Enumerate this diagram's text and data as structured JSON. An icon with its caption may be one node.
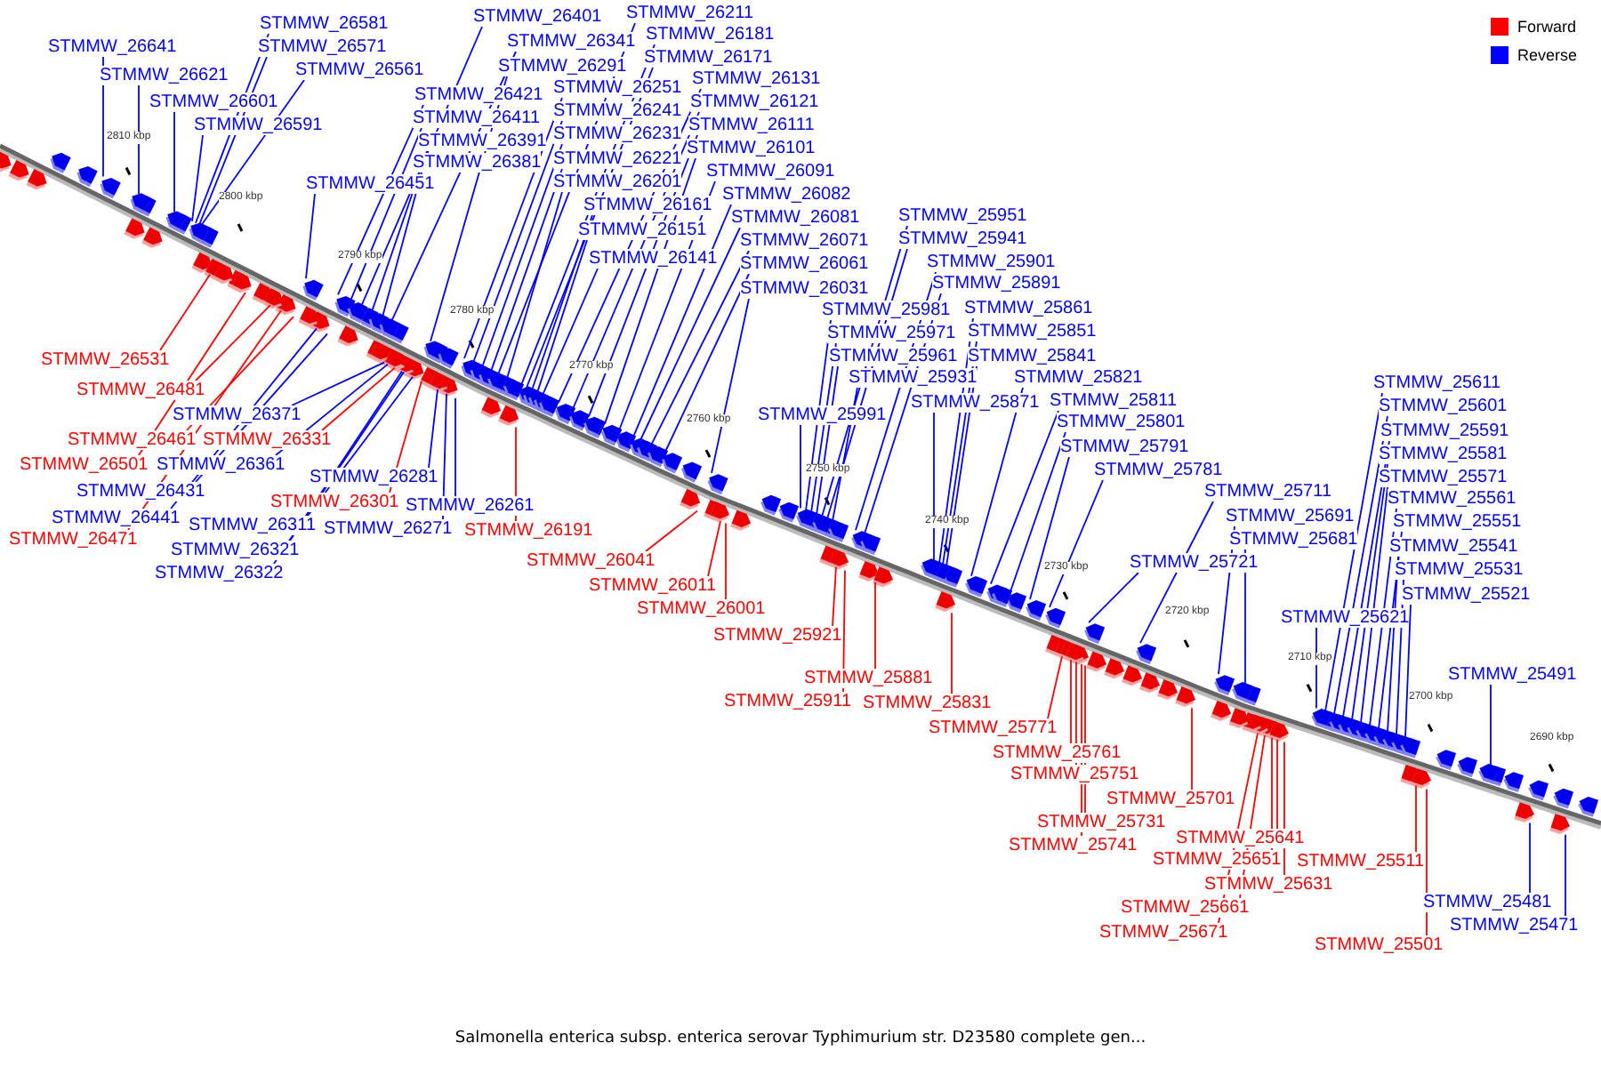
{
  "diagram": {
    "caption": "Salmonella enterica subsp. enterica serovar Typhimurium str. D23580 complete gen...",
    "nodes": [
      {
        "text": [
          "STMMW_26581"
        ]
      },
      {
        "text": [
          "STMMW_26641"
        ]
      },
      {
        "text": [
          "STMMW_26571"
        ]
      },
      {
        "text": [
          "STMMW_26561"
        ]
      },
      {
        "text": [
          "STMMW_26621"
        ]
      },
      {
        "text": [
          "STMMW_26601"
        ]
      },
      {
        "text": [
          "STMMW_26591"
        ]
      },
      {
        "text": [
          "STMMW_26451"
        ]
      },
      {
        "text": [
          "STMMW_26401"
        ]
      },
      {
        "text": [
          "STMMW_26341"
        ]
      },
      {
        "text": [
          "STMMW_26291"
        ]
      },
      {
        "text": [
          "STMMW_26421"
        ]
      },
      {
        "text": [
          "STMMW_26411"
        ]
      },
      {
        "text": [
          "STMMW_26391"
        ]
      },
      {
        "text": [
          "STMMW_26381"
        ]
      },
      {
        "text": [
          "STMMW_26211"
        ]
      },
      {
        "text": [
          "STMMW_26181"
        ]
      },
      {
        "text": [
          "STMMW_26171"
        ]
      },
      {
        "text": [
          "STMMW_26251"
        ]
      },
      {
        "text": [
          "STMMW_26241"
        ]
      },
      {
        "text": [
          "STMMW_26231"
        ]
      },
      {
        "text": [
          "STMMW_26221"
        ]
      },
      {
        "text": [
          "STMMW_26201"
        ]
      },
      {
        "text": [
          "STMMW_26161"
        ]
      },
      {
        "text": [
          "STMMW_26151"
        ]
      },
      {
        "text": [
          "STMMW_26141"
        ]
      },
      {
        "text": [
          "STMMW_26131"
        ]
      },
      {
        "text": [
          "STMMW_26121"
        ]
      },
      {
        "text": [
          "STMMW_26111"
        ]
      },
      {
        "text": [
          "STMMW_26101"
        ]
      },
      {
        "text": [
          "STMMW_26091"
        ]
      },
      {
        "text": [
          "STMMW_26082"
        ]
      },
      {
        "text": [
          "STMMW_26081"
        ]
      },
      {
        "text": [
          "STMMW_26071"
        ]
      },
      {
        "text": [
          "STMMW_26061"
        ]
      },
      {
        "text": [
          "STMMW_26031"
        ]
      },
      {
        "text": [
          "STMMW_25951"
        ]
      },
      {
        "text": [
          "STMMW_25941"
        ]
      },
      {
        "text": [
          "STMMW_25901"
        ]
      },
      {
        "text": [
          "STMMW_25891"
        ]
      },
      {
        "text": [
          "STMMW_25981"
        ]
      },
      {
        "text": [
          "STMMW_25861"
        ]
      },
      {
        "text": [
          "STMMW_25971"
        ]
      },
      {
        "text": [
          "STMMW_25851"
        ]
      },
      {
        "text": [
          "STMMW_25961"
        ]
      },
      {
        "text": [
          "STMMW_25841"
        ]
      },
      {
        "text": [
          "STMMW_25931"
        ]
      },
      {
        "text": [
          "STMMW_25821"
        ]
      },
      {
        "text": [
          "STMMW_25871"
        ]
      },
      {
        "text": [
          "STMMW_25811"
        ]
      },
      {
        "text": [
          "STMMW_25991"
        ]
      },
      {
        "text": [
          "STMMW_25801"
        ]
      },
      {
        "text": [
          "STMMW_25791"
        ]
      },
      {
        "text": [
          "STMMW_25781"
        ]
      },
      {
        "text": [
          "STMMW_25711"
        ]
      },
      {
        "text": [
          "STMMW_25691"
        ]
      },
      {
        "text": [
          "STMMW_25681"
        ]
      },
      {
        "text": [
          "STMMW_25721"
        ]
      },
      {
        "text": [
          "STMMW_25611"
        ]
      },
      {
        "text": [
          "STMMW_25601"
        ]
      },
      {
        "text": [
          "STMMW_25591"
        ]
      },
      {
        "text": [
          "STMMW_25581"
        ]
      },
      {
        "text": [
          "STMMW_25571"
        ]
      },
      {
        "text": [
          "STMMW_25561"
        ]
      },
      {
        "text": [
          "STMMW_25551"
        ]
      },
      {
        "text": [
          "STMMW_25541"
        ]
      },
      {
        "text": [
          "STMMW_25531"
        ]
      },
      {
        "text": [
          "STMMW_25521"
        ]
      },
      {
        "text": [
          "STMMW_25621"
        ]
      },
      {
        "text": [
          "STMMW_25491"
        ]
      },
      {
        "text": [
          "STMMW_26531"
        ]
      },
      {
        "text": [
          "STMMW_26481"
        ]
      },
      {
        "text": [
          "STMMW_26371"
        ]
      },
      {
        "text": [
          "STMMW_26461"
        ]
      },
      {
        "text": [
          "STMMW_26331"
        ]
      },
      {
        "text": [
          "STMMW_26501"
        ]
      },
      {
        "text": [
          "STMMW_26361"
        ]
      },
      {
        "text": [
          "STMMW_26281"
        ]
      },
      {
        "text": [
          "STMMW_26431"
        ]
      },
      {
        "text": [
          "STMMW_26301"
        ]
      },
      {
        "text": [
          "STMMW_26261"
        ]
      },
      {
        "text": [
          "STMMW_26441"
        ]
      },
      {
        "text": [
          "STMMW_26311"
        ]
      },
      {
        "text": [
          "STMMW_26271"
        ]
      },
      {
        "text": [
          "STMMW_26191"
        ]
      },
      {
        "text": [
          "STMMW_26471"
        ]
      },
      {
        "text": [
          "STMMW_26321"
        ]
      },
      {
        "text": [
          "STMMW_26041"
        ]
      },
      {
        "text": [
          "STMMW_26322"
        ]
      },
      {
        "text": [
          "STMMW_26011"
        ]
      },
      {
        "text": [
          "STMMW_26001"
        ]
      },
      {
        "text": [
          "STMMW_25921"
        ]
      },
      {
        "text": [
          "STMMW_25881"
        ]
      },
      {
        "text": [
          "STMMW_25911"
        ]
      },
      {
        "text": [
          "STMMW_25831"
        ]
      },
      {
        "text": [
          "STMMW_25771"
        ]
      },
      {
        "text": [
          "STMMW_25761"
        ]
      },
      {
        "text": [
          "STMMW_25751"
        ]
      },
      {
        "text": [
          "STMMW_25701"
        ]
      },
      {
        "text": [
          "STMMW_25731"
        ]
      },
      {
        "text": [
          "STMMW_25641"
        ]
      },
      {
        "text": [
          "STMMW_25741"
        ]
      },
      {
        "text": [
          "STMMW_25651"
        ]
      },
      {
        "text": [
          "STMMW_25511"
        ]
      },
      {
        "text": [
          "STMMW_25631"
        ]
      },
      {
        "text": [
          "STMMW_25481"
        ]
      },
      {
        "text": [
          "STMMW_25661"
        ]
      },
      {
        "text": [
          "STMMW_25471"
        ]
      },
      {
        "text": [
          "STMMW_25671"
        ]
      },
      {
        "text": [
          "STMMW_25501"
        ]
      },
      {
        "text": [],
        "shape": "arrow"
      },
      {
        "text": [],
        "shape": "arrow"
      },
      {
        "text": [],
        "shape": "arrow"
      },
      {
        "text": [],
        "shape": "arrow"
      },
      {
        "text": [],
        "shape": "arrow"
      },
      {
        "text": [],
        "shape": "arrow"
      },
      {
        "text": [],
        "shape": "arrow"
      },
      {
        "text": [],
        "shape": "arrow"
      },
      {
        "text": [],
        "shape": "arrow"
      },
      {
        "text": [],
        "shape": "arrow"
      },
      {
        "text": [],
        "shape": "arrow"
      },
      {
        "text": [],
        "shape": "arrow"
      },
      {
        "text": [],
        "shape": "arrow"
      },
      {
        "text": [],
        "shape": "arrow"
      },
      {
        "text": [],
        "shape": "arrow"
      },
      {
        "text": [],
        "shape": "arrow"
      },
      {
        "text": [],
        "shape": "arrow"
      },
      {
        "text": [],
        "shape": "arrow"
      },
      {
        "text": [],
        "shape": "arrow"
      },
      {
        "text": [],
        "shape": "arrow"
      },
      {
        "text": [],
        "shape": "arrow"
      },
      {
        "text": [],
        "shape": "arrow"
      },
      {
        "text": [],
        "shape": "arrow"
      },
      {
        "text": [],
        "shape": "arrow"
      },
      {
        "text": [],
        "shape": "arrow"
      },
      {
        "text": [],
        "shape": "arrow"
      },
      {
        "text": [],
        "shape": "arrow"
      },
      {
        "text": [],
        "shape": "arrow"
      },
      {
        "text": [],
        "shape": "arrow"
      },
      {
        "text": [],
        "shape": "arrow"
      },
      {
        "text": [],
        "shape": "arrow"
      },
      {
        "text": [],
        "shape": "arrow"
      },
      {
        "text": [],
        "shape": "arrow"
      },
      {
        "text": [],
        "shape": "arrow"
      },
      {
        "text": [],
        "shape": "arrow"
      },
      {
        "text": [],
        "shape": "arrow"
      },
      {
        "text": [],
        "shape": "arrow"
      },
      {
        "text": [],
        "shape": "arrow"
      },
      {
        "text": [],
        "shape": "arrow"
      },
      {
        "text": [],
        "shape": "arrow"
      },
      {
        "text": [],
        "shape": "arrow"
      },
      {
        "text": [],
        "shape": "arrow"
      },
      {
        "text": [],
        "shape": "arrow"
      },
      {
        "text": [],
        "shape": "arrow"
      },
      {
        "text": [],
        "shape": "arrow"
      },
      {
        "text": [],
        "shape": "arrow"
      },
      {
        "text": [],
        "shape": "arrow"
      },
      {
        "text": [],
        "shape": "arrow"
      },
      {
        "text": [],
        "shape": "arrow"
      },
      {
        "text": [],
        "shape": "arrow"
      },
      {
        "text": [],
        "shape": "arrow"
      },
      {
        "text": [],
        "shape": "arrow"
      },
      {
        "text": [],
        "shape": "arrow"
      },
      {
        "text": [],
        "shape": "arrow"
      },
      {
        "text": [],
        "shape": "arrow"
      },
      {
        "text": [],
        "shape": "arrow"
      },
      {
        "text": [],
        "shape": "arrow"
      },
      {
        "text": [],
        "shape": "arrow"
      },
      {
        "text": [],
        "shape": "arrow"
      },
      {
        "text": [],
        "shape": "arrow"
      },
      {
        "text": [],
        "shape": "arrow"
      },
      {
        "text": [],
        "shape": "arrow"
      },
      {
        "text": [],
        "shape": "arrow"
      },
      {
        "text": [],
        "shape": "arrow"
      },
      {
        "text": [],
        "shape": "arrow"
      },
      {
        "text": [],
        "shape": "arrow"
      },
      {
        "text": [],
        "shape": "arrow"
      },
      {
        "text": [],
        "shape": "arrow"
      },
      {
        "text": [],
        "shape": "arrow"
      },
      {
        "text": [],
        "shape": "arrow"
      },
      {
        "text": [],
        "shape": "arrow"
      },
      {
        "text": [],
        "shape": "arrow"
      },
      {
        "text": [],
        "shape": "arrow"
      },
      {
        "text": [],
        "shape": "arrow"
      },
      {
        "text": [],
        "shape": "arrow"
      },
      {
        "text": [],
        "shape": "arrow"
      },
      {
        "text": [],
        "shape": "arrow"
      },
      {
        "text": [],
        "shape": "arrow"
      },
      {
        "text": [],
        "shape": "arrow"
      },
      {
        "text": [],
        "shape": "arrow"
      },
      {
        "text": [],
        "shape": "arrow"
      },
      {
        "text": [],
        "shape": "arrow"
      },
      {
        "text": [],
        "shape": "arrow"
      },
      {
        "text": [],
        "shape": "arrow"
      },
      {
        "text": [],
        "shape": "arrow"
      },
      {
        "text": [],
        "shape": "arrow"
      },
      {
        "text": [],
        "shape": "arrow"
      },
      {
        "text": [],
        "shape": "arrow"
      },
      {
        "text": [],
        "shape": "arrow"
      },
      {
        "text": [],
        "shape": "arrow"
      },
      {
        "text": [],
        "shape": "arrow"
      },
      {
        "text": [],
        "shape": "arrow"
      },
      {
        "text": [],
        "shape": "arrow"
      },
      {
        "text": [],
        "shape": "arrow"
      },
      {
        "text": [],
        "shape": "arrow"
      },
      {
        "text": [],
        "shape": "arrow"
      },
      {
        "text": [],
        "shape": "arrow"
      },
      {
        "text": [],
        "shape": "arrow"
      },
      {
        "text": [],
        "shape": "arrow"
      },
      {
        "text": [],
        "shape": "arrow"
      },
      {
        "text": [],
        "shape": "arrow"
      },
      {
        "text": [],
        "shape": "arrow"
      },
      {
        "text": [],
        "shape": "arrow"
      },
      {
        "text": [],
        "shape": "arrow"
      },
      {
        "text": [],
        "shape": "arrow"
      },
      {
        "text": [],
        "shape": "arrow"
      },
      {
        "text": [],
        "shape": "arrow"
      },
      {
        "text": [],
        "shape": "arrow"
      },
      {
        "text": [],
        "shape": "arrow"
      },
      {
        "text": [],
        "shape": "arrow"
      },
      {
        "text": [],
        "shape": "arrow"
      },
      {
        "text": [],
        "shape": "arrow"
      },
      {
        "text": [],
        "shape": "arrow"
      },
      {
        "text": [],
        "shape": "arrow"
      },
      {
        "text": [],
        "shape": "arrow"
      },
      {
        "text": [],
        "shape": "arrow"
      },
      {
        "text": [],
        "shape": "arrow"
      },
      {
        "text": [],
        "shape": "arrow"
      },
      {
        "text": [],
        "shape": "arrow"
      },
      {
        "text": [],
        "shape": "arrow"
      },
      {
        "text": [],
        "shape": "arrow"
      },
      {
        "text": [],
        "shape": "arrow"
      },
      {
        "text": [],
        "shape": "arrow"
      },
      {
        "text": [],
        "shape": "arrow"
      },
      {
        "text": [],
        "shape": "arrow"
      },
      {
        "text": [],
        "shape": "arrow"
      },
      {
        "text": [],
        "shape": "arrow"
      },
      {
        "text": [],
        "shape": "arrow"
      },
      {
        "text": [],
        "shape": "arrow"
      },
      {
        "text": [],
        "shape": "arrow"
      },
      {
        "text": [],
        "shape": "arrow"
      },
      {
        "text": [],
        "shape": "arrow"
      },
      {
        "text": [],
        "shape": "arrow"
      },
      {
        "text": [],
        "shape": "arrow"
      },
      {
        "text": [],
        "shape": "arrow"
      },
      {
        "text": [],
        "shape": "arrow"
      },
      {
        "text": [],
        "shape": "arrow"
      },
      {
        "text": [],
        "shape": "arrow"
      },
      {
        "text": [],
        "shape": "arrow"
      },
      {
        "text": [],
        "shape": "arrow"
      },
      {
        "text": [],
        "shape": "arrow"
      },
      {
        "text": [],
        "shape": "arrow"
      },
      {
        "text": [],
        "shape": "arrow"
      },
      {
        "text": [],
        "shape": "arrow"
      },
      {
        "text": [],
        "shape": "arrow"
      },
      {
        "text": [],
        "shape": "arrow"
      },
      {
        "text": [],
        "shape": "arrow"
      },
      {
        "text": [],
        "shape": "arrow"
      },
      {
        "text": [],
        "shape": "arrow"
      },
      {
        "text": [],
        "shape": "arrow"
      },
      {
        "text": [],
        "shape": "arrow"
      }
    ],
    "edges": [
      {
        "from": 0,
        "to": 110,
        "arrow": "none"
      },
      {
        "from": 1,
        "to": 111,
        "arrow": "none"
      },
      {
        "from": 2,
        "to": 112,
        "arrow": "none"
      },
      {
        "from": 3,
        "to": 113,
        "arrow": "none"
      },
      {
        "from": 4,
        "to": 114,
        "arrow": "none"
      },
      {
        "from": 5,
        "to": 115,
        "arrow": "none"
      },
      {
        "from": 6,
        "to": 116,
        "arrow": "none"
      },
      {
        "from": 7,
        "to": 117,
        "arrow": "none"
      },
      {
        "from": 8,
        "to": 118,
        "arrow": "none"
      },
      {
        "from": 9,
        "to": 119,
        "arrow": "none"
      },
      {
        "from": 10,
        "to": 120,
        "arrow": "none"
      },
      {
        "from": 11,
        "to": 121,
        "arrow": "none"
      },
      {
        "from": 12,
        "to": 122,
        "arrow": "none"
      },
      {
        "from": 13,
        "to": 123,
        "arrow": "none"
      },
      {
        "from": 14,
        "to": 124,
        "arrow": "none"
      },
      {
        "from": 15,
        "to": 125,
        "arrow": "none"
      },
      {
        "from": 16,
        "to": 126,
        "arrow": "none"
      },
      {
        "from": 17,
        "to": 127,
        "arrow": "none"
      },
      {
        "from": 18,
        "to": 128,
        "arrow": "none"
      },
      {
        "from": 19,
        "to": 129,
        "arrow": "none"
      },
      {
        "from": 20,
        "to": 130,
        "arrow": "none"
      },
      {
        "from": 21,
        "to": 131,
        "arrow": "none"
      },
      {
        "from": 22,
        "to": 132,
        "arrow": "none"
      },
      {
        "from": 23,
        "to": 133,
        "arrow": "none"
      },
      {
        "from": 24,
        "to": 134,
        "arrow": "none"
      },
      {
        "from": 25,
        "to": 135,
        "arrow": "none"
      },
      {
        "from": 26,
        "to": 136,
        "arrow": "none"
      },
      {
        "from": 27,
        "to": 137,
        "arrow": "none"
      },
      {
        "from": 28,
        "to": 138,
        "arrow": "none"
      },
      {
        "from": 29,
        "to": 139,
        "arrow": "none"
      },
      {
        "from": 30,
        "to": 140,
        "arrow": "none"
      },
      {
        "from": 31,
        "to": 141,
        "arrow": "none"
      },
      {
        "from": 32,
        "to": 142,
        "arrow": "none"
      },
      {
        "from": 33,
        "to": 143,
        "arrow": "none"
      },
      {
        "from": 34,
        "to": 144,
        "arrow": "none"
      },
      {
        "from": 35,
        "to": 145,
        "arrow": "none"
      },
      {
        "from": 36,
        "to": 146,
        "arrow": "none"
      },
      {
        "from": 37,
        "to": 147,
        "arrow": "none"
      },
      {
        "from": 38,
        "to": 148,
        "arrow": "none"
      },
      {
        "from": 39,
        "to": 149,
        "arrow": "none"
      },
      {
        "from": 40,
        "to": 150,
        "arrow": "none"
      },
      {
        "from": 41,
        "to": 151,
        "arrow": "none"
      },
      {
        "from": 42,
        "to": 152,
        "arrow": "none"
      },
      {
        "from": 43,
        "to": 153,
        "arrow": "none"
      },
      {
        "from": 44,
        "to": 154,
        "arrow": "none"
      },
      {
        "from": 45,
        "to": 155,
        "arrow": "none"
      },
      {
        "from": 46,
        "to": 156,
        "arrow": "none"
      },
      {
        "from": 47,
        "to": 157,
        "arrow": "none"
      },
      {
        "from": 48,
        "to": 158,
        "arrow": "none"
      },
      {
        "from": 49,
        "to": 159,
        "arrow": "none"
      },
      {
        "from": 50,
        "to": 160,
        "arrow": "none"
      },
      {
        "from": 51,
        "to": 161,
        "arrow": "none"
      },
      {
        "from": 52,
        "to": 162,
        "arrow": "none"
      },
      {
        "from": 53,
        "to": 163,
        "arrow": "none"
      },
      {
        "from": 54,
        "to": 164,
        "arrow": "none"
      },
      {
        "from": 55,
        "to": 165,
        "arrow": "none"
      },
      {
        "from": 56,
        "to": 166,
        "arrow": "none"
      },
      {
        "from": 57,
        "to": 167,
        "arrow": "none"
      },
      {
        "from": 58,
        "to": 168,
        "arrow": "none"
      },
      {
        "from": 59,
        "to": 169,
        "arrow": "none"
      },
      {
        "from": 60,
        "to": 170,
        "arrow": "none"
      },
      {
        "from": 61,
        "to": 171,
        "arrow": "none"
      },
      {
        "from": 62,
        "to": 172,
        "arrow": "none"
      },
      {
        "from": 63,
        "to": 173,
        "arrow": "none"
      },
      {
        "from": 64,
        "to": 174,
        "arrow": "none"
      },
      {
        "from": 65,
        "to": 175,
        "arrow": "none"
      },
      {
        "from": 66,
        "to": 176,
        "arrow": "none"
      },
      {
        "from": 67,
        "to": 177,
        "arrow": "none"
      },
      {
        "from": 68,
        "to": 178,
        "arrow": "none"
      },
      {
        "from": 69,
        "to": 179,
        "arrow": "none"
      },
      {
        "from": 70,
        "to": 180,
        "arrow": "none",
        "color": "#ff0000"
      },
      {
        "from": 71,
        "to": 181,
        "arrow": "none",
        "color": "#ff0000"
      },
      {
        "from": 72,
        "to": 182,
        "arrow": "none"
      },
      {
        "from": 73,
        "to": 183,
        "arrow": "none",
        "color": "#ff0000"
      },
      {
        "from": 74,
        "to": 184,
        "arrow": "none",
        "color": "#ff0000"
      },
      {
        "from": 75,
        "to": 185,
        "arrow": "none",
        "color": "#ff0000"
      },
      {
        "from": 76,
        "to": 186,
        "arrow": "none"
      },
      {
        "from": 77,
        "to": 187,
        "arrow": "none"
      },
      {
        "from": 78,
        "to": 188,
        "arrow": "none"
      },
      {
        "from": 79,
        "to": 189,
        "arrow": "none",
        "color": "#ff0000"
      },
      {
        "from": 80,
        "to": 190,
        "arrow": "none"
      },
      {
        "from": 81,
        "to": 191,
        "arrow": "none"
      },
      {
        "from": 82,
        "to": 192,
        "arrow": "none"
      },
      {
        "from": 83,
        "to": 193,
        "arrow": "none"
      },
      {
        "from": 84,
        "to": 194,
        "arrow": "none",
        "color": "#ff0000"
      },
      {
        "from": 85,
        "to": 195,
        "arrow": "none",
        "color": "#ff0000"
      },
      {
        "from": 86,
        "to": 196,
        "arrow": "none"
      },
      {
        "from": 87,
        "to": 197,
        "arrow": "none",
        "color": "#ff0000"
      },
      {
        "from": 88,
        "to": 198,
        "arrow": "none"
      },
      {
        "from": 89,
        "to": 199,
        "arrow": "none",
        "color": "#ff0000"
      },
      {
        "from": 90,
        "to": 200,
        "arrow": "none",
        "color": "#ff0000"
      },
      {
        "from": 91,
        "to": 201,
        "arrow": "none",
        "color": "#ff0000"
      },
      {
        "from": 92,
        "to": 202,
        "arrow": "none",
        "color": "#ff0000"
      },
      {
        "from": 93,
        "to": 203,
        "arrow": "none",
        "color": "#ff0000"
      },
      {
        "from": 94,
        "to": 204,
        "arrow": "none",
        "color": "#ff0000"
      },
      {
        "from": 95,
        "to": 205,
        "arrow": "none",
        "color": "#ff0000"
      },
      {
        "from": 96,
        "to": 206,
        "arrow": "none",
        "color": "#ff0000"
      },
      {
        "from": 97,
        "to": 207,
        "arrow": "none",
        "color": "#ff0000"
      },
      {
        "from": 98,
        "to": 208,
        "arrow": "none",
        "color": "#ff0000"
      },
      {
        "from": 99,
        "to": 209,
        "arrow": "none",
        "color": "#ff0000"
      },
      {
        "from": 100,
        "to": 210,
        "arrow": "none",
        "color": "#ff0000"
      },
      {
        "from": 101,
        "to": 211,
        "arrow": "none",
        "color": "#ff0000"
      },
      {
        "from": 102,
        "to": 212,
        "arrow": "none",
        "color": "#ff0000"
      },
      {
        "from": 103,
        "to": 213,
        "arrow": "none",
        "color": "#ff0000"
      },
      {
        "from": 104,
        "to": 214,
        "arrow": "none",
        "color": "#ff0000"
      },
      {
        "from": 105,
        "to": 215,
        "arrow": "none"
      },
      {
        "from": 106,
        "to": 216,
        "arrow": "none",
        "color": "#ff0000"
      },
      {
        "from": 107,
        "to": 217,
        "arrow": "none"
      },
      {
        "from": 108,
        "to": 218,
        "arrow": "none",
        "color": "#ff0000"
      },
      {
        "from": 109,
        "to": 219,
        "arrow": "none",
        "color": "#ff0000"
      }
    ],
    "labels": [
      "2810 kbp",
      "2800 kbp",
      "2790 kbp",
      "2780 kbp",
      "2770 kbp",
      "2760 kbp",
      "2750 kbp",
      "2740 kbp",
      "2730 kbp",
      "2720 kbp",
      "2710 kbp",
      "2700 kbp",
      "2690 kbp"
    ],
    "legend": [
      {
        "text": "Forward",
        "color": "#ff0000"
      },
      {
        "text": "Reverse",
        "color": "#0000ff"
      }
    ]
  }
}
